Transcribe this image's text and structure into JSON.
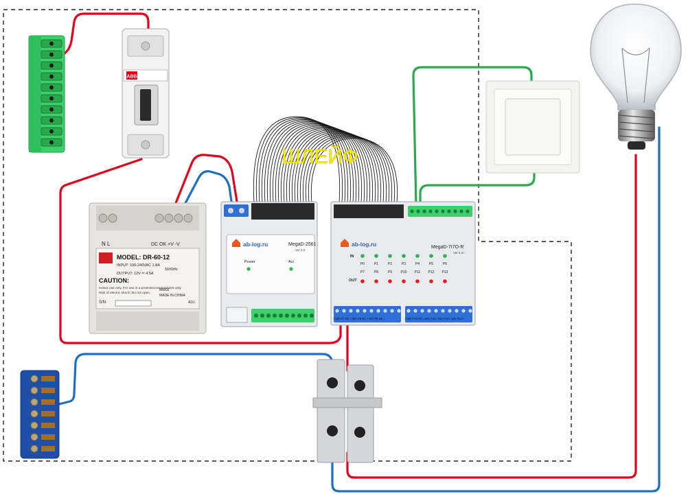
{
  "colors": {
    "phase": "#e3001b",
    "neutral": "#1e6fc4",
    "control": "#2aa84a",
    "ribbon_label": "#ffee00",
    "terminal_green": "#3bd06a",
    "neutral_bar": "#1e4ea8",
    "module_body": "#e9ebee",
    "terminal_blue": "#2f6fd6",
    "led_green": "#2db34a",
    "led_red": "#e02020",
    "brand_orange": "#e85b1c",
    "brand_blue": "#2e63c2"
  },
  "ribbon": {
    "label": "ШЛЕЙФ"
  },
  "breaker": {
    "brand": "ABB"
  },
  "psu": {
    "terms_left": "N L",
    "terms_right": "DC OK  +V  -V",
    "model": "MODEL: DR-60-12",
    "input": "INPUT:   100-240VAC   1.8A",
    "input2": "50/60Hz",
    "output": "OUTPUT:    12V ⎓    4.5A",
    "caution": "CAUTION:",
    "caution_text": "Indoor use only. For use in a protected environment only.",
    "caution_text2": "Risk of electric shock. Do not open.",
    "sn": "S/N:",
    "mw": "MW02",
    "made": "MADE IN CHINA",
    "adj": "ADJ."
  },
  "mega2561": {
    "brand": "ab-log.ru",
    "model": "MegaD-2561",
    "ver": "Ver 2.0",
    "power": "Power",
    "act": "Act"
  },
  "mega7i7o": {
    "brand": "ab-log.ru",
    "model": "MegaD-7I7O-R",
    "ver": "Ver 5.2+",
    "in_label": "IN",
    "out_label": "OUT",
    "inputs": [
      "P0",
      "P1",
      "P2",
      "P3",
      "P4",
      "P5",
      "P6"
    ],
    "outputs": [
      "P7",
      "P8",
      "P9",
      "P10",
      "P11",
      "P12",
      "P13"
    ],
    "bottom_terms_left": "I NO  P7  NC I NO  P8  NC I NO  P9  NC I",
    "bottom_terms_right": "I NO  P10  NC I NO  P11 I NO  P12 I NO  P13 I"
  }
}
